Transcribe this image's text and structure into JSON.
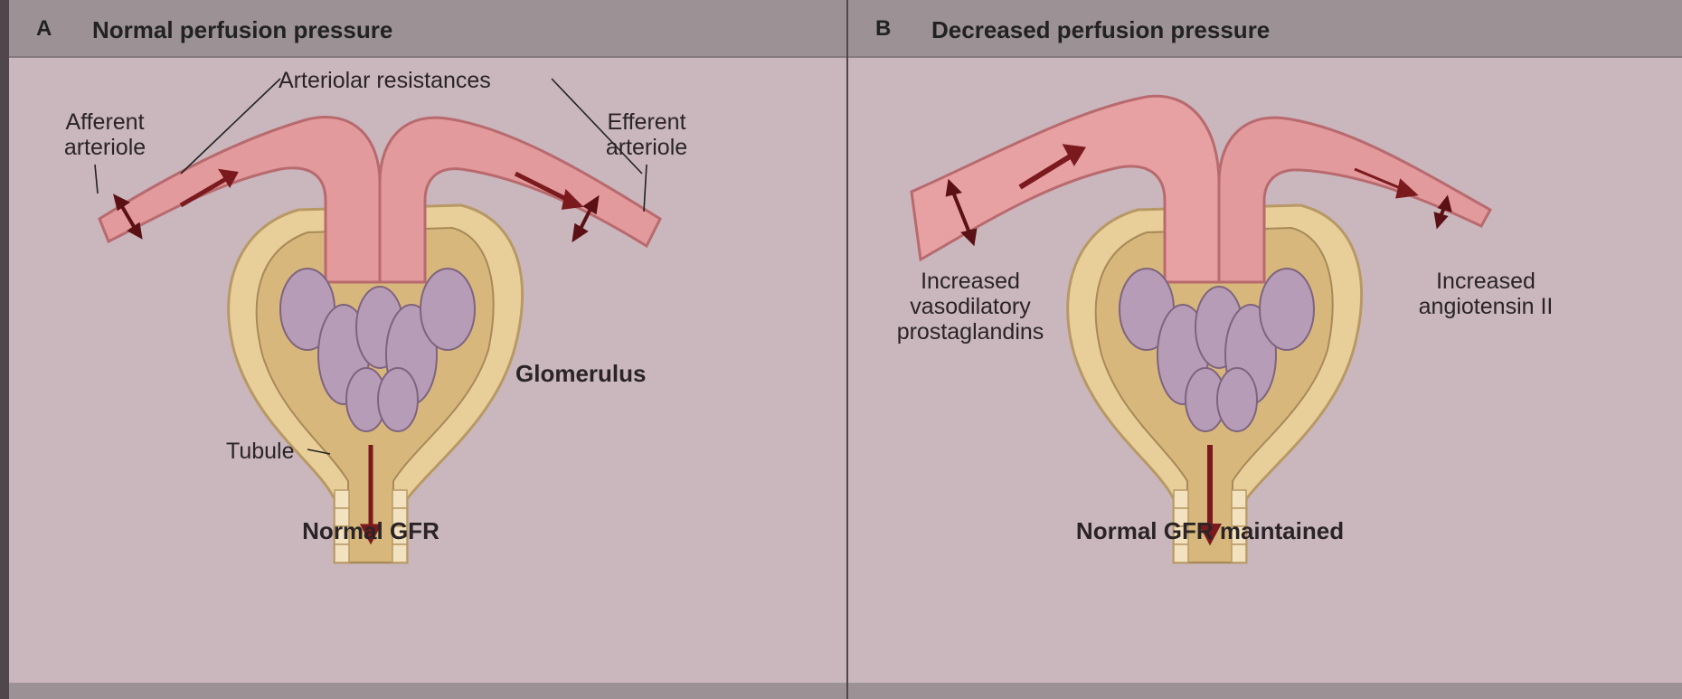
{
  "panel_a": {
    "letter": "A",
    "title": "Normal perfusion pressure",
    "arteriolar_resistances": "Arteriolar resistances",
    "afferent_line1": "Afferent",
    "afferent_line2": "arteriole",
    "efferent_line1": "Efferent",
    "efferent_line2": "arteriole",
    "glomerulus": "Glomerulus",
    "tubule": "Tubule",
    "caption": "Normal GFR"
  },
  "panel_b": {
    "letter": "B",
    "title": "Decreased perfusion pressure",
    "left_line1": "Increased",
    "left_line2": "vasodilatory",
    "left_line3": "prostaglandins",
    "right_line1": "Increased",
    "right_line2": "angiotensin II",
    "caption": "Normal GFR maintained"
  },
  "colors": {
    "background": "#c9b7bd",
    "header": "#9c9296",
    "vessel": "#e39a9c",
    "capsule": "#e8cf9a",
    "capillary": "#b69cb6",
    "arrow": "#7a1a1e"
  }
}
